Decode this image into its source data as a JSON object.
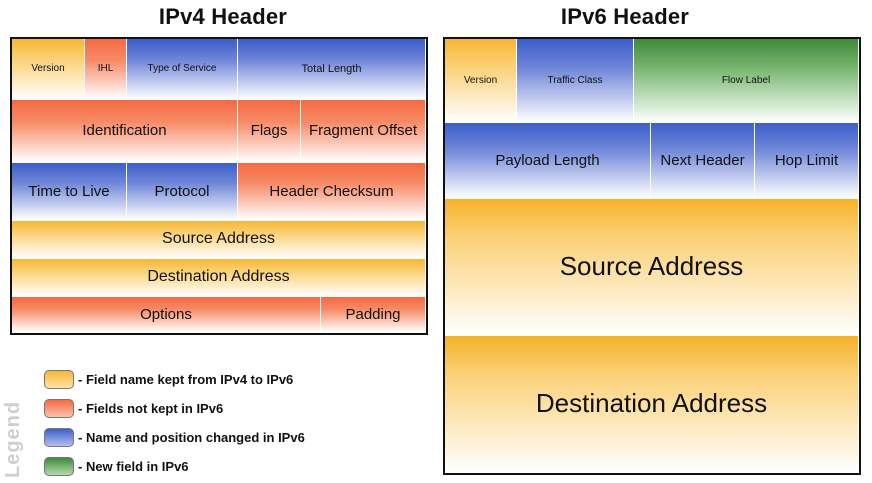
{
  "ipv4": {
    "title": "IPv4 Header",
    "fields": {
      "version": "Version",
      "ihl": "IHL",
      "type_of_service": "Type of Service",
      "total_length": "Total Length",
      "identification": "Identification",
      "flags": "Flags",
      "fragment_offset": "Fragment Offset",
      "time_to_live": "Time to Live",
      "protocol": "Protocol",
      "header_checksum": "Header Checksum",
      "source_address": "Source Address",
      "destination_address": "Destination Address",
      "options": "Options",
      "padding": "Padding"
    }
  },
  "ipv6": {
    "title": "IPv6 Header",
    "fields": {
      "version": "Version",
      "traffic_class": "Traffic Class",
      "flow_label": "Flow Label",
      "payload_length": "Payload Length",
      "next_header": "Next Header",
      "hop_limit": "Hop Limit",
      "source_address": "Source Address",
      "destination_address": "Destination Address"
    }
  },
  "legend": {
    "title": "Legend",
    "items": [
      {
        "color": "#f7b733",
        "text": "- Field name kept from IPv4 to IPv6"
      },
      {
        "color": "#f46a42",
        "text": "- Fields not kept in IPv6"
      },
      {
        "color": "#3c5ec9",
        "text": "- Name and position changed in IPv6"
      },
      {
        "color": "#3e8a3a",
        "text": "- New field in IPv6"
      }
    ]
  }
}
